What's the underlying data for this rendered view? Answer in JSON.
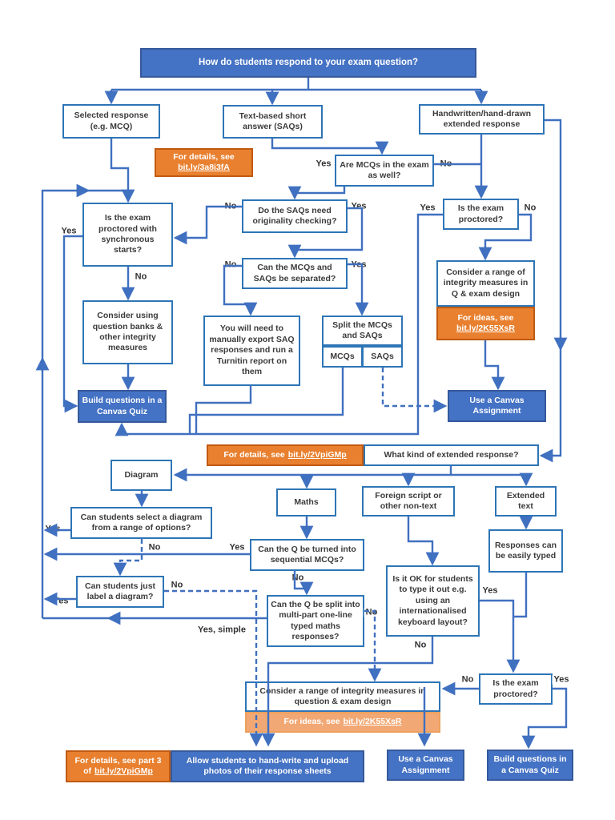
{
  "colors": {
    "accent_blue": "#4472C4",
    "box_border_blue": "#2E75B6",
    "connector_blue": "#4070C0",
    "orange": "#E8802F",
    "orange_border": "#C05A11",
    "light_orange": "#F2A874",
    "text_dark": "#3b3b3b"
  },
  "nodes": {
    "title": {
      "text": "How do students respond to your exam question?"
    },
    "selected": {
      "text": "Selected response (e.g. MCQ)"
    },
    "textbased": {
      "text": "Text-based short answer (SAQs)"
    },
    "handwritten": {
      "text": "Handwritten/hand-drawn extended response"
    },
    "details1": {
      "pre": "For details, see",
      "link": "bit.ly/3a8i3fA"
    },
    "aremcqs": {
      "text": "Are MCQs in the exam as well?"
    },
    "syncstarts": {
      "text": "Is the exam proctored with synchronous starts?"
    },
    "dosaqs": {
      "text": "Do the SAQs need originality checking?"
    },
    "proctored1": {
      "text": "Is the exam proctored?"
    },
    "canseparated": {
      "text": "Can the MCQs and SAQs be separated?"
    },
    "considerbanks": {
      "text": "Consider using question banks & other integrity measures"
    },
    "youwillneed": {
      "text": "You will need to manually export SAQ responses and run a Turnitin report on them"
    },
    "splithdr": {
      "text": "Split the MCQs and SAQs"
    },
    "mcqcell": {
      "text": "MCQs"
    },
    "saqcell": {
      "text": "SAQs"
    },
    "considerrange1": {
      "text": "Consider a range of integrity measures in Q & exam design"
    },
    "forideas1": {
      "pre": "For ideas, see",
      "link": "bit.ly/2K55XsR"
    },
    "buildquiz1": {
      "text": "Build questions in a Canvas Quiz"
    },
    "useassign1": {
      "text": "Use a Canvas Assignment"
    },
    "details2": {
      "pre": "For details, see",
      "link": "bit.ly/2VpiGMp"
    },
    "whatkind": {
      "text": "What kind of extended response?"
    },
    "diagram": {
      "text": "Diagram"
    },
    "maths": {
      "text": "Maths"
    },
    "foreign": {
      "text": "Foreign script or other non-text"
    },
    "extended": {
      "text": "Extended text"
    },
    "canselect": {
      "text": "Can students select a diagram from a range of options?"
    },
    "canturned": {
      "text": "Can the Q be turned into sequential MCQs?"
    },
    "responses": {
      "text": "Responses can be easily typed"
    },
    "canlabel": {
      "text": "Can students just label a diagram?"
    },
    "cansplit": {
      "text": "Can the Q be split into multi-part one-line typed maths responses?"
    },
    "isitok": {
      "text": "Is it OK for students to type it out e.g. using an internationalised keyboard layout?"
    },
    "proctored2": {
      "text": "Is the exam proctored?"
    },
    "considerrange2": {
      "text": "Consider a range of integrity measures in question & exam design"
    },
    "forideas2": {
      "pre": "For ideas, see",
      "link": "bit.ly/2K55XsR"
    },
    "details3": {
      "pre": "For details, see part 3 of",
      "link": "bit.ly/2VpiGMp"
    },
    "allowstudents": {
      "text": "Allow students to hand-write and upload photos of their response sheets"
    },
    "useassign2": {
      "text": "Use a Canvas Assignment"
    },
    "buildquiz2": {
      "text": "Build questions in a Canvas Quiz"
    }
  },
  "labels": {
    "aremcqs_yes": {
      "text": "Yes"
    },
    "aremcqs_no": {
      "text": "No"
    },
    "sync_yes": {
      "text": "Yes"
    },
    "sync_no": {
      "text": "No"
    },
    "dosaqs_no": {
      "text": "No"
    },
    "dosaqs_yes": {
      "text": "Yes"
    },
    "proctored1_yes": {
      "text": "Yes"
    },
    "proctored1_no": {
      "text": "No"
    },
    "cansep_no": {
      "text": "No"
    },
    "cansep_yes": {
      "text": "Yes"
    },
    "canselect_yes": {
      "text": "Yes"
    },
    "canselect_no": {
      "text": "No"
    },
    "canturned_yes": {
      "text": "Yes"
    },
    "canturned_no": {
      "text": "No"
    },
    "canlabel_yes": {
      "text": "Yes"
    },
    "canlabel_no": {
      "text": "No"
    },
    "yes_simple": {
      "text": "Yes, simple"
    },
    "cansplit_no": {
      "text": "No"
    },
    "isitok_yes": {
      "text": "Yes"
    },
    "isitok_no": {
      "text": "No"
    },
    "proctored2_no": {
      "text": "No"
    },
    "proctored2_yes": {
      "text": "Yes"
    }
  }
}
